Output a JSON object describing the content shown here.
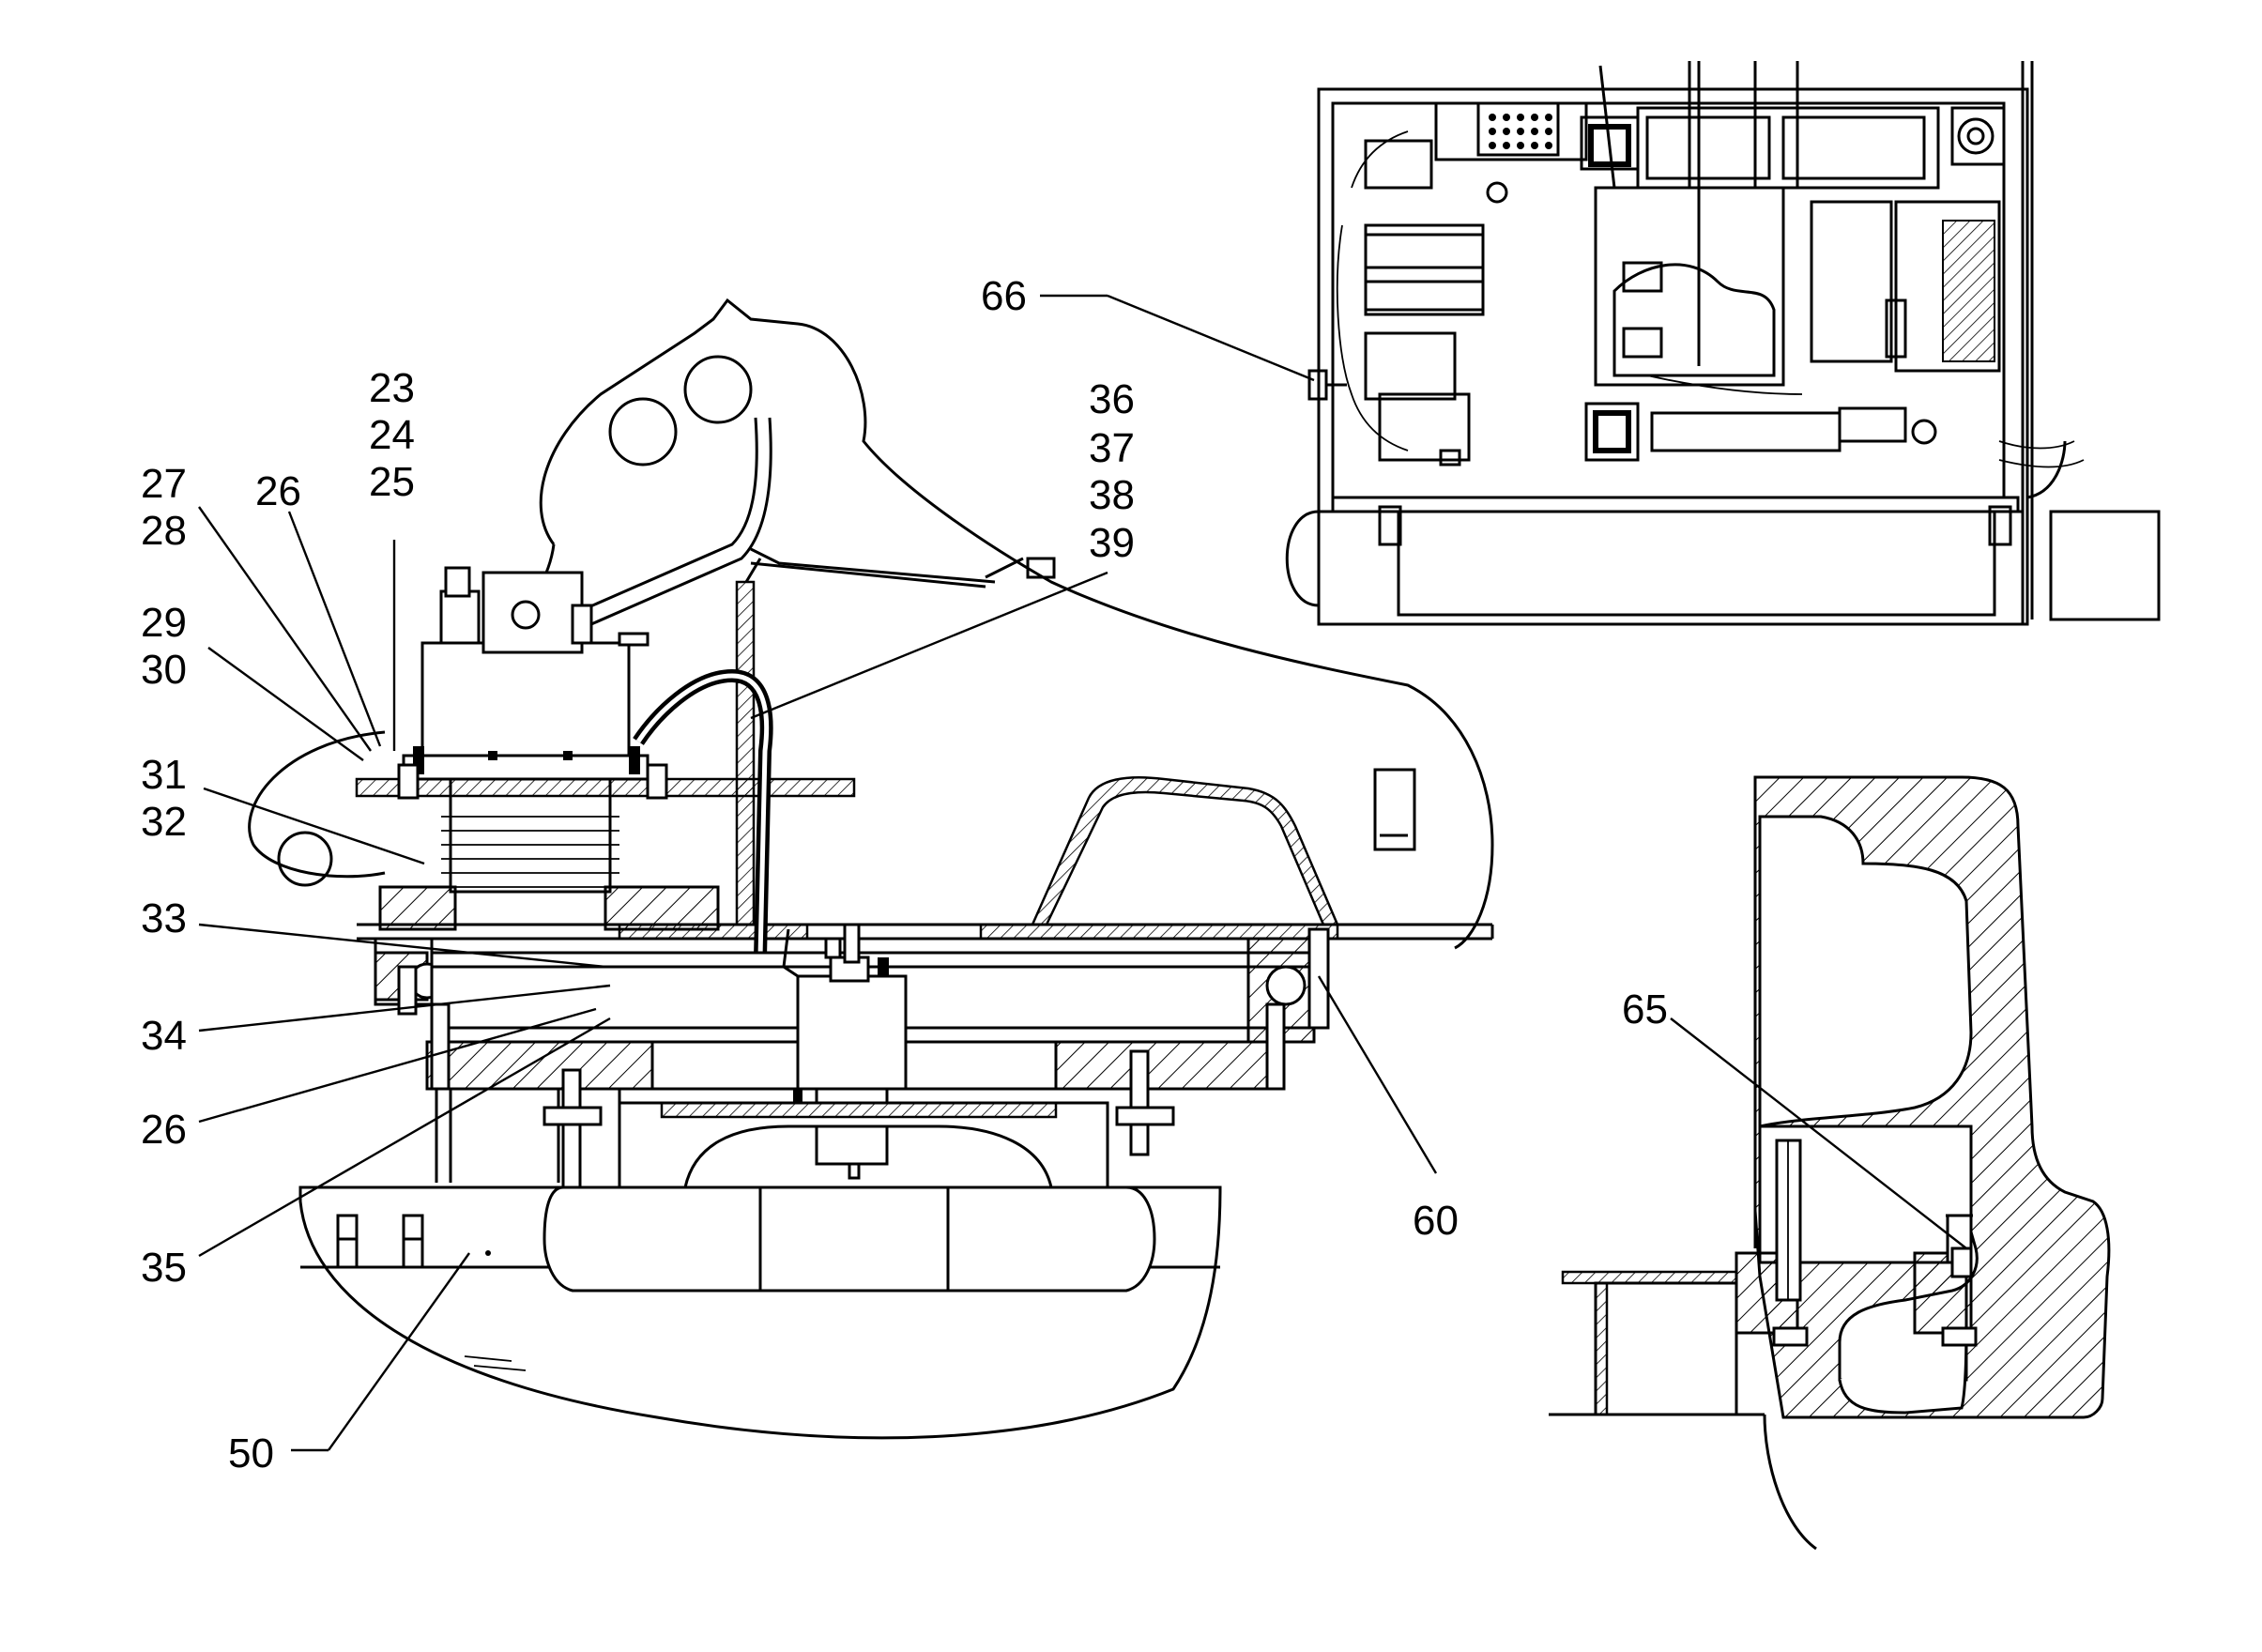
{
  "callouts": {
    "c23": "23",
    "c24": "24",
    "c25": "25",
    "c26a": "26",
    "c27": "27",
    "c28": "28",
    "c29": "29",
    "c30": "30",
    "c31": "31",
    "c32": "32",
    "c33": "33",
    "c34": "34",
    "c26b": "26",
    "c35": "35",
    "c36": "36",
    "c37": "37",
    "c38": "38",
    "c39": "39",
    "c50": "50",
    "c60": "60",
    "c65": "65",
    "c66": "66"
  },
  "colors": {
    "ink": "#000000",
    "paper": "#ffffff"
  }
}
